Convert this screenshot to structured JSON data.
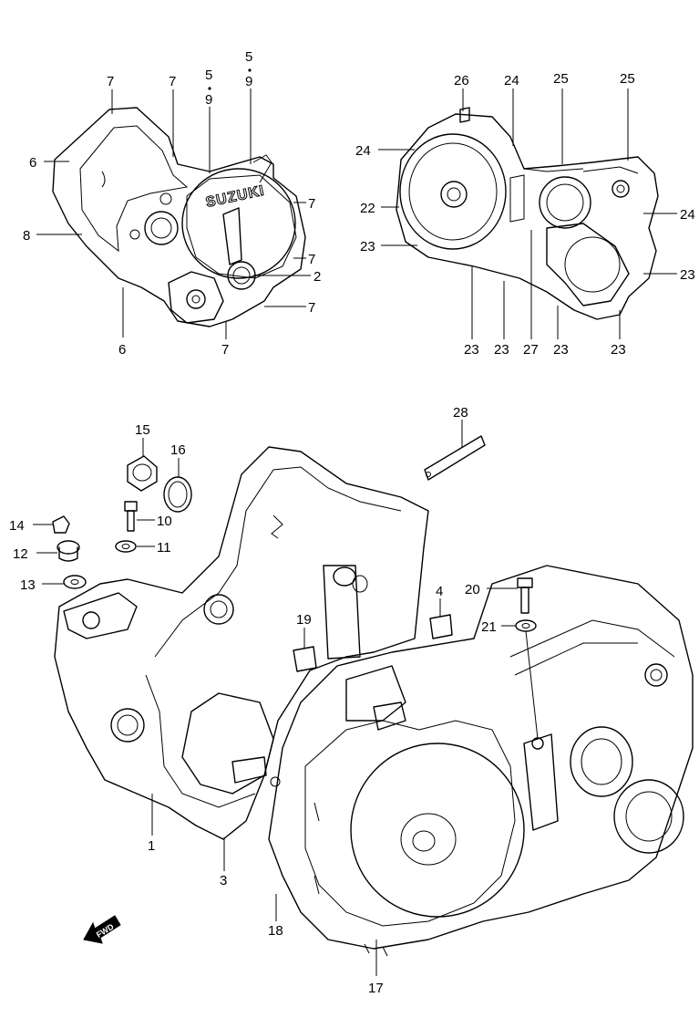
{
  "diagram": {
    "logo": "SUZUKI",
    "direction_marker": "FWD",
    "left_cover_callouts": {
      "c7a": "7",
      "c7b": "7",
      "c59a_top": "5",
      "c59a_bot": "9",
      "c59b_top": "5",
      "c59b_bot": "9",
      "c6a": "6",
      "c8": "8",
      "c7c": "7",
      "c7d": "7",
      "c2": "2",
      "c7e": "7",
      "c6b": "6",
      "c7f": "7"
    },
    "right_cover_callouts": {
      "c26": "26",
      "c24a": "24",
      "c25a": "25",
      "c25b": "25",
      "c24b": "24",
      "c22": "22",
      "c24c": "24",
      "c23a": "23",
      "c23b": "23",
      "c23c": "23",
      "c23d": "23",
      "c27": "27",
      "c23e": "23",
      "c23f": "23"
    },
    "crankcase_callouts": {
      "c28": "28",
      "c15": "15",
      "c16": "16",
      "c14": "14",
      "c10": "10",
      "c12": "12",
      "c11": "11",
      "c13": "13",
      "c4": "4",
      "c19": "19",
      "c20": "20",
      "c21": "21",
      "c1": "1",
      "c3": "3",
      "c18": "18",
      "c17": "17"
    }
  }
}
